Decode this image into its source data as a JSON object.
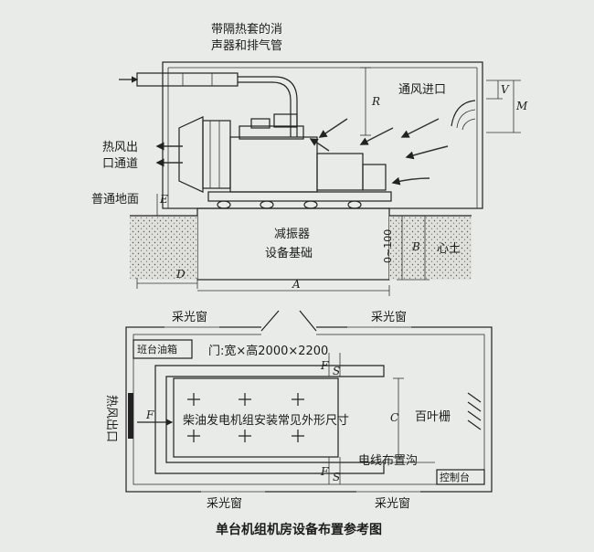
{
  "elevation": {
    "muffler_label_1": "带隔热套的消",
    "muffler_label_2": "声器和排气管",
    "air_inlet": "通风进口",
    "hot_air_outlet_1": "热风出",
    "hot_air_outlet_2": "口通道",
    "ground": "普通地面",
    "foundation_1": "减振器",
    "foundation_2": "设备基础",
    "soil": "心土",
    "dim_0_100": "0~100"
  },
  "plan": {
    "skylight_top_left": "采光窗",
    "skylight_top_right": "采光窗",
    "skylight_bottom_left": "采光窗",
    "skylight_bottom_right": "采光窗",
    "day_tank": "班台油箱",
    "door": "门:宽×高2000×2200",
    "genset": "柴油发电机组安装常见外形尺寸",
    "hot_air_exit": "热风出口",
    "louver": "百叶栅",
    "cable_trench": "电线布置沟",
    "console": "控制台"
  },
  "dims": {
    "R": "R",
    "V": "V",
    "M": "M",
    "E": "E",
    "B": "B",
    "D": "D",
    "A": "A",
    "F": "F",
    "S": "S",
    "C": "C",
    "F2": "F",
    "S2": "S",
    "F3": "F"
  },
  "caption": "单台机组机房设备布置参考图"
}
